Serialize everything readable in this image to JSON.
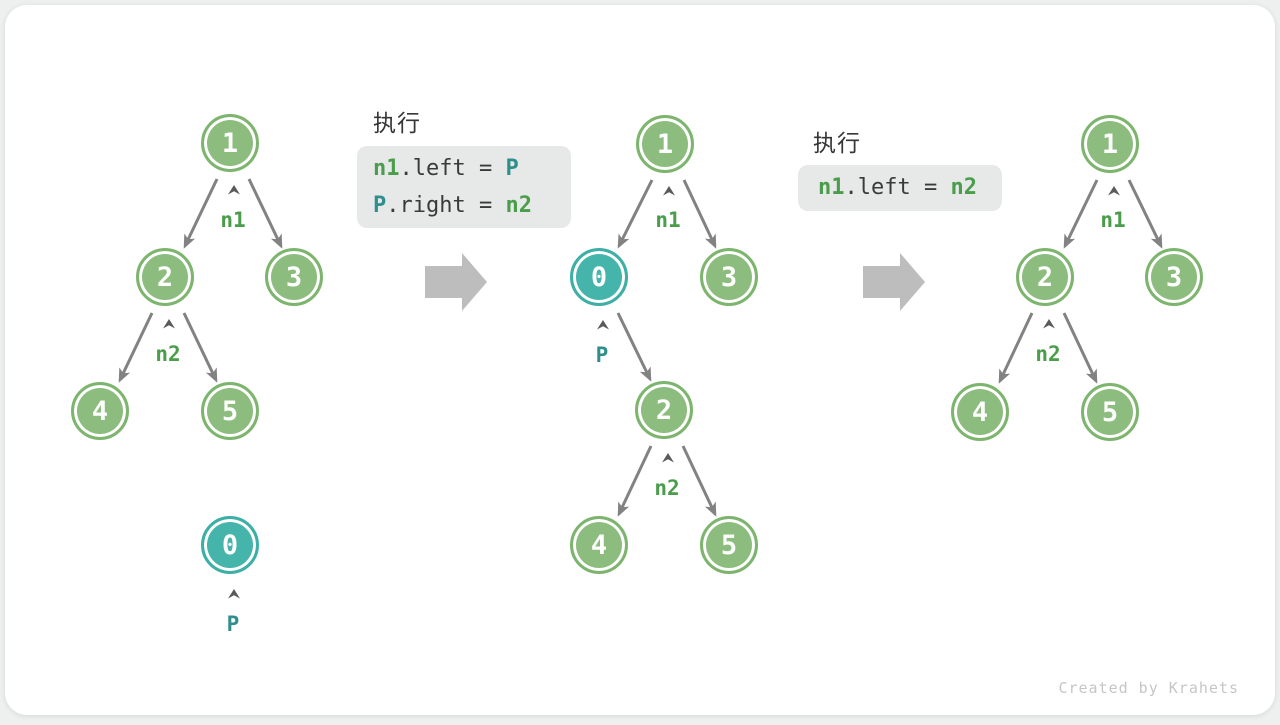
{
  "watermark": "Created by Krahets",
  "colors": {
    "node_green_fill": "#8cbd7e",
    "node_green_border": "#7eb56e",
    "node_teal_fill": "#45b4ab",
    "node_teal_border": "#3dafa6",
    "code_green": "#4a9d4a",
    "code_teal": "#2e8f8c",
    "code_plain": "#3a3a3a",
    "code_bg": "#e7e8e8",
    "edge_gray": "#828282",
    "block_arrow_gray": "#bdbdbd",
    "watermark_gray": "#c6c6c6"
  },
  "panels": {
    "step1": {
      "exec_title": "执行",
      "code": {
        "l1": {
          "a": "n1",
          "b": ".left = ",
          "c": "P"
        },
        "l2": {
          "a": "P",
          "b": ".right = ",
          "c": "n2"
        }
      }
    },
    "step2": {
      "exec_title": "执行",
      "code": {
        "l1": {
          "a": "n1",
          "b": ".left = ",
          "c": "n2"
        }
      }
    }
  },
  "trees": [
    {
      "nodes": [
        "1",
        "2",
        "3",
        "4",
        "5",
        "0"
      ],
      "labels": {
        "n1": "n1",
        "n2": "n2",
        "p": "P"
      }
    },
    {
      "nodes": [
        "1",
        "0",
        "3",
        "2",
        "4",
        "5"
      ],
      "labels": {
        "n1": "n1",
        "p": "P",
        "n2": "n2"
      }
    },
    {
      "nodes": [
        "1",
        "2",
        "3",
        "4",
        "5"
      ],
      "labels": {
        "n1": "n1",
        "n2": "n2"
      }
    }
  ]
}
